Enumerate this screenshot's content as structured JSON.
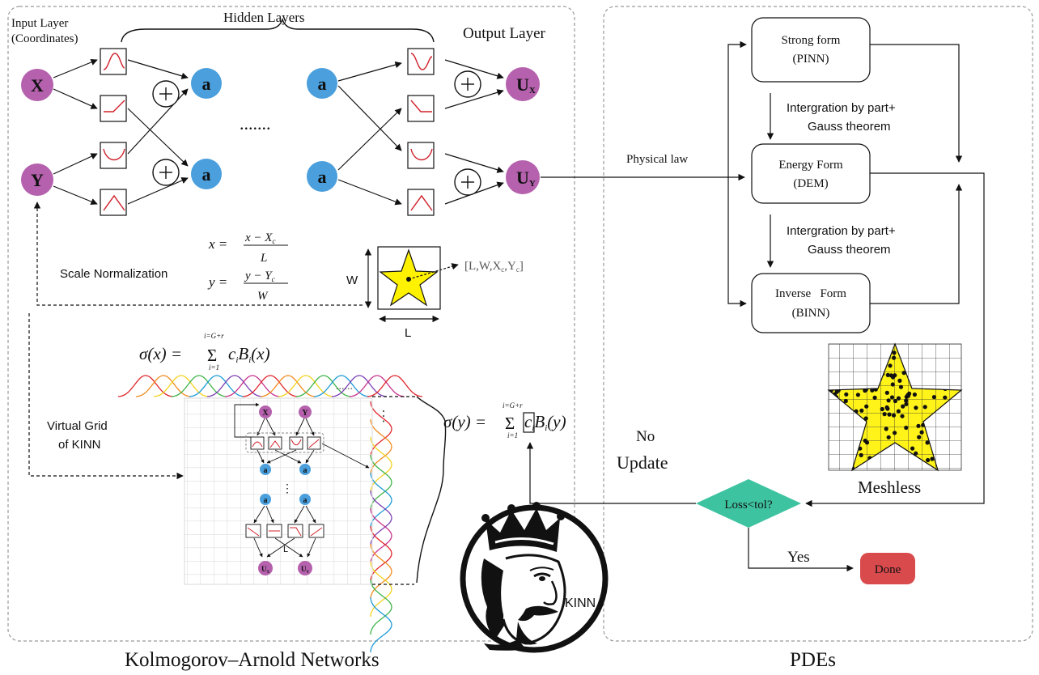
{
  "left_panel": {
    "input_layer_label": "Input Layer",
    "input_layer_sub": "(Coordinates)",
    "hidden_layers_label": "Hidden Layers",
    "output_layer_label": "Output Layer",
    "input_x": "X",
    "input_y": "Y",
    "node_a": "a",
    "output_ux": "U",
    "output_ux_sub": "X",
    "output_uy": "U",
    "output_uy_sub": "Y",
    "ellipsis": ".......",
    "scale_norm_label": "Scale Normalization",
    "formula_x_lhs": "x =",
    "formula_x_num": "x − X",
    "formula_x_num_sub": "c",
    "formula_x_den": "L",
    "formula_y_lhs": "y =",
    "formula_y_num": "y − Y",
    "formula_y_num_sub": "c",
    "formula_y_den": "W",
    "dim_w": "W",
    "dim_l": "L",
    "params": "[L,W,X",
    "params_sub1": "c",
    "params_mid": ",Y",
    "params_sub2": "c",
    "params_end": "]",
    "sigma_x_lhs": "σ(x) =",
    "sigma_x_rhs": "c",
    "sigma_x_rhs_sub": "i",
    "sigma_x_b": "B",
    "sigma_x_b_sub": "i",
    "sigma_x_arg": "(x)",
    "sigma_upper": "i=G+r",
    "sigma_lower": "i=1",
    "sigma_sym": "Σ",
    "virtual_grid_l1": "Virtual Grid",
    "virtual_grid_l2": "of KINN",
    "sigma_y_lhs": "σ(y) =",
    "sigma_y_arg": "(y)",
    "mini_x": "X",
    "mini_y": "Y",
    "mini_a": "a",
    "mini_ux": "U",
    "mini_ux_sub": "X",
    "mini_uy": "U",
    "mini_uy_sub": "Y",
    "mini_dots": "⋮",
    "mini_l": "L",
    "caption": "Kolmogorov–Arnold Networks"
  },
  "right_panel": {
    "strong_l1": "Strong form",
    "strong_l2": "(PINN)",
    "energy_l1": "Energy Form",
    "energy_l2": "(DEM)",
    "inverse_l1": "Inverse   Form",
    "inverse_l2": "(BINN)",
    "integ1_l1": "Intergration by part+",
    "integ1_l2": "Gauss theorem",
    "integ2_l1": "Intergration by part+",
    "integ2_l2": "Gauss theorem",
    "physical_law": "Physical law",
    "meshless": "Meshless",
    "loss": "Loss<tol?",
    "no_l1": "No",
    "no_l2": "Update",
    "yes": "Yes",
    "done": "Done",
    "caption": "PDEs"
  },
  "logo": {
    "text": "KINN"
  },
  "colors": {
    "purple": "#b561ad",
    "blue": "#4a9fdc",
    "red_curve": "#d0202a",
    "teal": "#3ec3a0",
    "done_red": "#d94a4d",
    "star_yellow": "#fff200",
    "dashed_gray": "#888888"
  }
}
